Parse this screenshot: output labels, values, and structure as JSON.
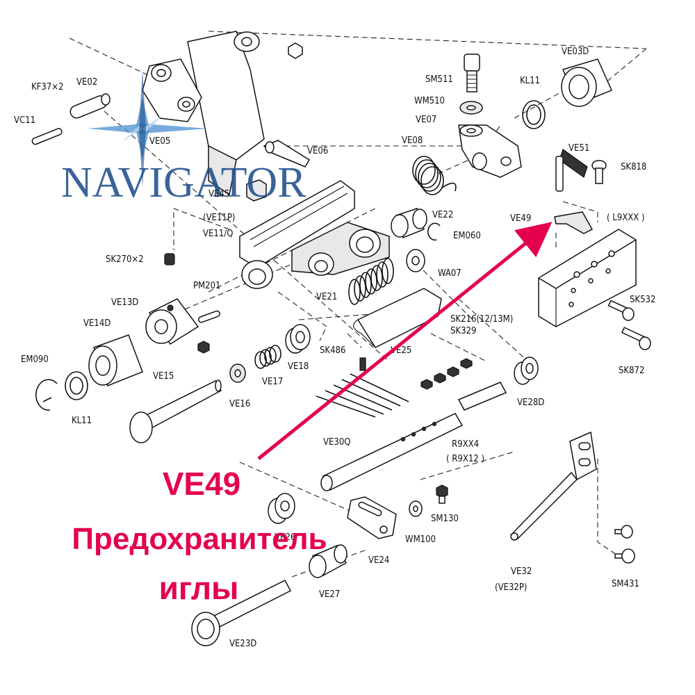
{
  "logo": {
    "text": "NAVIGATOR",
    "colors": {
      "primary": "#1f4e8c",
      "star": "#4a8fd0",
      "star_light": "#bcd6f0"
    }
  },
  "callout": {
    "code": "VE49",
    "line1": "Предохранитель",
    "line2": "иглы",
    "color": "#e4004f"
  },
  "parts": {
    "ve03d": "VE03D",
    "kl11_top": "KL11",
    "sm511": "SM511",
    "wm510": "WM510",
    "ve07": "VE07",
    "ve08": "VE08",
    "ve51": "VE51",
    "sk818": "SK818",
    "ve49": "VE49",
    "l9xxx": "( L9XXX )",
    "ve06": "VE06",
    "ve45": "VE45",
    "ve11p": "(VE11P)",
    "ve11q": "VE11/Q",
    "ve22": "VE22",
    "em060": "EM060",
    "wa07": "WA07",
    "ve21": "VE21",
    "kf37": "KF37×2",
    "ve02": "VE02",
    "vc11": "VC11",
    "ve05": "VE05",
    "sk270": "SK270×2",
    "pm201": "PM201",
    "ve13d": "VE13D",
    "ve14d": "VE14D",
    "sk216": "SK216(12/13M)",
    "sk329": "SK329",
    "sk532": "SK532",
    "sk872": "SK872",
    "sk486": "SK486",
    "ve25": "VE25",
    "ve18": "VE18",
    "ve17": "VE17",
    "ve16": "VE16",
    "em090": "EM090",
    "kl11_bottom": "KL11",
    "ve15": "VE15",
    "ve28d": "VE28D",
    "ve30q": "VE30Q",
    "r9xx4": "R9XX4",
    "r9x12": "( R9X12 )",
    "sm130": "SM130",
    "wm100": "WM100",
    "ve26": "VE26",
    "ve24": "VE24",
    "ve27": "VE27",
    "ve23d": "VE23D",
    "ve32": "VE32",
    "ve32p": "(VE32P)",
    "sm431": "SM431"
  }
}
